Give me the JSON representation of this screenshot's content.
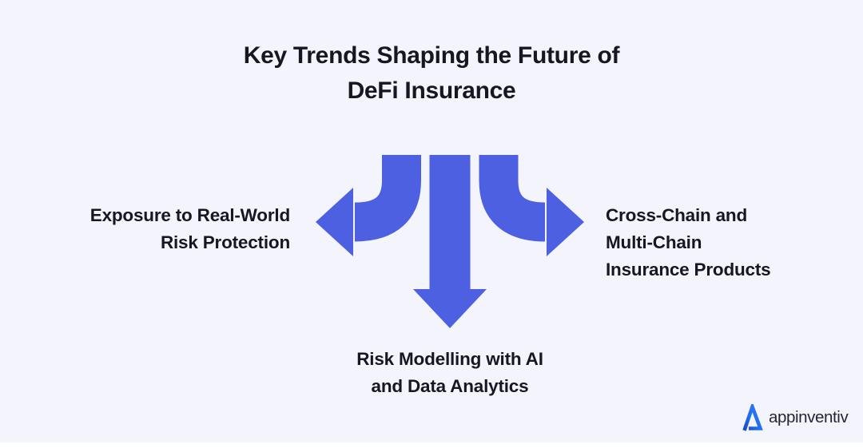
{
  "title": {
    "line1": "Key Trends Shaping the Future of",
    "line2": "DeFi Insurance"
  },
  "trends": {
    "left": {
      "lines": [
        "Exposure to Real-World",
        "Risk Protection"
      ]
    },
    "right": {
      "lines": [
        "Cross-Chain and",
        "Multi-Chain",
        "Insurance Products"
      ]
    },
    "bottom": {
      "lines": [
        "Risk Modelling with AI",
        "and Data Analytics"
      ]
    }
  },
  "graphic": {
    "description": "three-way branching arrows pointing left, down and right",
    "arrow_color": "#4c60e1"
  },
  "branding": {
    "logo_text": "appinventiv",
    "logo_mark": "open-triangle-A-icon",
    "logo_blue": "#1e6ef0",
    "logo_blue_dark": "#1a49c8"
  },
  "colors": {
    "background": "#f4f5fc",
    "text": "#17181f",
    "accent": "#4c60e1"
  }
}
